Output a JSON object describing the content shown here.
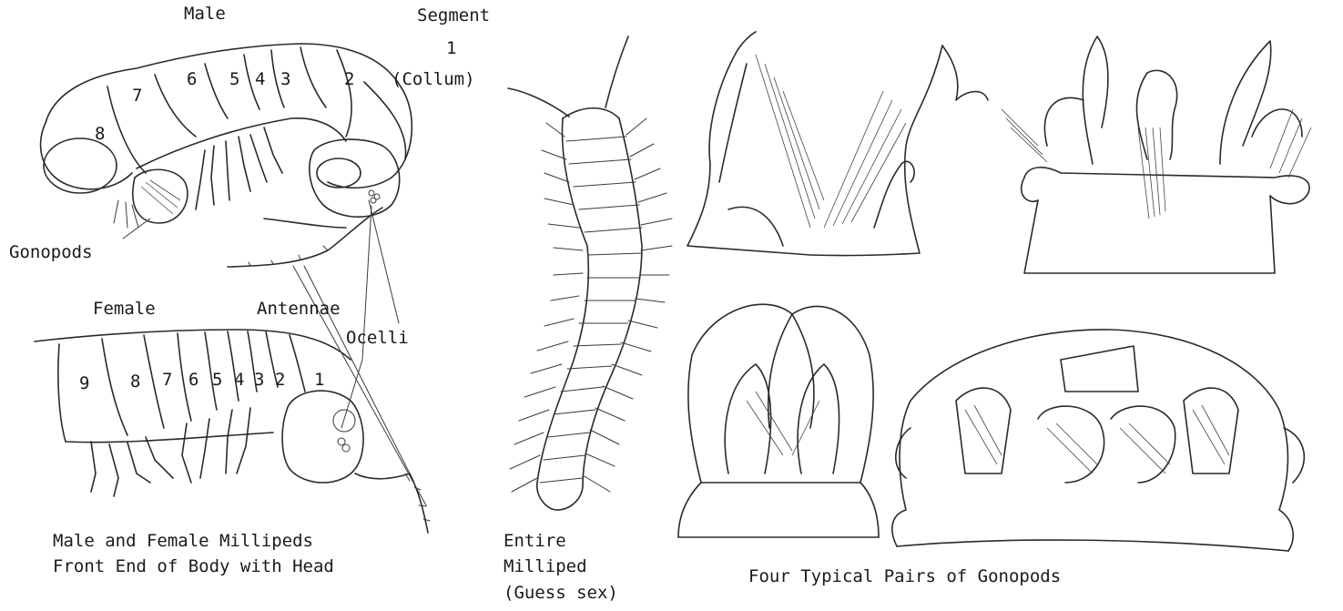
{
  "male_panel": {
    "title": "Male",
    "segment_label_line1": "Segment",
    "segment_label_line2": "1",
    "segment_label_line3": "(Collum)",
    "segment_numbers": [
      "8",
      "7",
      "6",
      "5",
      "4",
      "3",
      "2"
    ],
    "gonopods_label": "Gonopods"
  },
  "female_panel": {
    "title": "Female",
    "segment_numbers": [
      "9",
      "8",
      "7",
      "6",
      "5",
      "4",
      "3",
      "2",
      "1"
    ],
    "antennae_label": "Antennae",
    "ocelli_label": "Ocelli"
  },
  "captions": {
    "front_end_line1": "Male and Female Millipeds",
    "front_end_line2": "Front End of Body with Head",
    "entire_line1": "Entire",
    "entire_line2": "Milliped",
    "entire_line3": "(Guess sex)",
    "gonopods_caption": "Four Typical Pairs of Gonopods"
  },
  "ink_color": "#2a2a2a"
}
